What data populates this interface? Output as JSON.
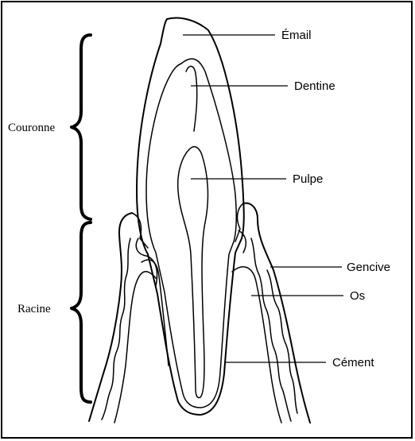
{
  "labels": {
    "email": "Émail",
    "dentine": "Dentine",
    "pulpe": "Pulpe",
    "gencive": "Gencive",
    "os": "Os",
    "cement": "Cément",
    "couronne": "Couronne",
    "racine": "Racine"
  }
}
